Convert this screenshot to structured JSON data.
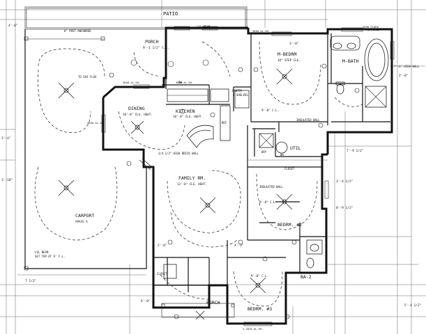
{
  "rooms": {
    "patio": "PATIO",
    "porch_top": "PORCH",
    "porch_bottom": "PORCH",
    "dining": "DINING",
    "kitchen": "KITCHEN",
    "family_rm": "FAMILY RM.",
    "carport": "CARPORT",
    "m_bedrm": "M-BEDRM",
    "m_bath": "M-BATH",
    "util": "UTIL",
    "bedrm2": "BEDRM. #2",
    "bedrm3": "BEDRM. #3",
    "ba2": "BA-2",
    "closet": "CLOSET",
    "pantry": "PANTRY"
  },
  "ceilings": {
    "porch": "9'-1 1/2\" C.L.",
    "dining": "10'-0\" CLG. HGHT.",
    "kitchen": "10'-0\" CLG. HGHT.",
    "family": "12'-0\" CLG. HGHT.",
    "carport": "SPACE A",
    "mbed": "10\" STEP CLG.",
    "vault": "9'-0\" C.L.",
    "bed2": "9'-0\" C.L.",
    "bed3": "9'-0\" C.L."
  },
  "notes": {
    "post": "8\" POST ANCHORED",
    "lvl_beam": "LVL BEAM",
    "insulated_wall_1": "INSULATED WALL",
    "insulated_wall_2": "INSULATED WALL",
    "brick_wall": "3/4 1/2\" HIGH BRICK WALL",
    "high_wall": "7'-6\" HIGH WALL",
    "lvl_beam_low": "LVL BEAM",
    "beam_span": "SET TOP AT 9' F.L.",
    "gas": "TO GAS FLUE",
    "dw": "DW",
    "ref": "REF",
    "dry": "DRY",
    "wh": "WH",
    "pantry_shelves": "3 SHELVES",
    "closet_label": "CLOSET",
    "tempered": "TEMPERED"
  },
  "dims": {
    "top_left": "4'-0\"",
    "top_mid": "3'-0\"",
    "right_a": "2'-0\"",
    "right_b": "7'-9 1/2\"",
    "right_c": "3'-4 1/2\"",
    "right_d": "8'-9 1/2\"",
    "left_a": "3'-4\"",
    "left_b": "3'-10\"",
    "left_c": "7 1/2\"",
    "bot_a": "6'-0\"",
    "bot_b": "2'-8\"",
    "bot_c": "4'-4\"",
    "bot_d": "5'-4 1/2\""
  },
  "windows": {
    "w1": "3050 AL.SH.",
    "w2": "3050 AL.SH.",
    "w3": "3050 AL.SH.",
    "w4": "2650 FIXED",
    "w5": "2-2870 AL.SH.",
    "w6": "3050 AL.SH."
  }
}
